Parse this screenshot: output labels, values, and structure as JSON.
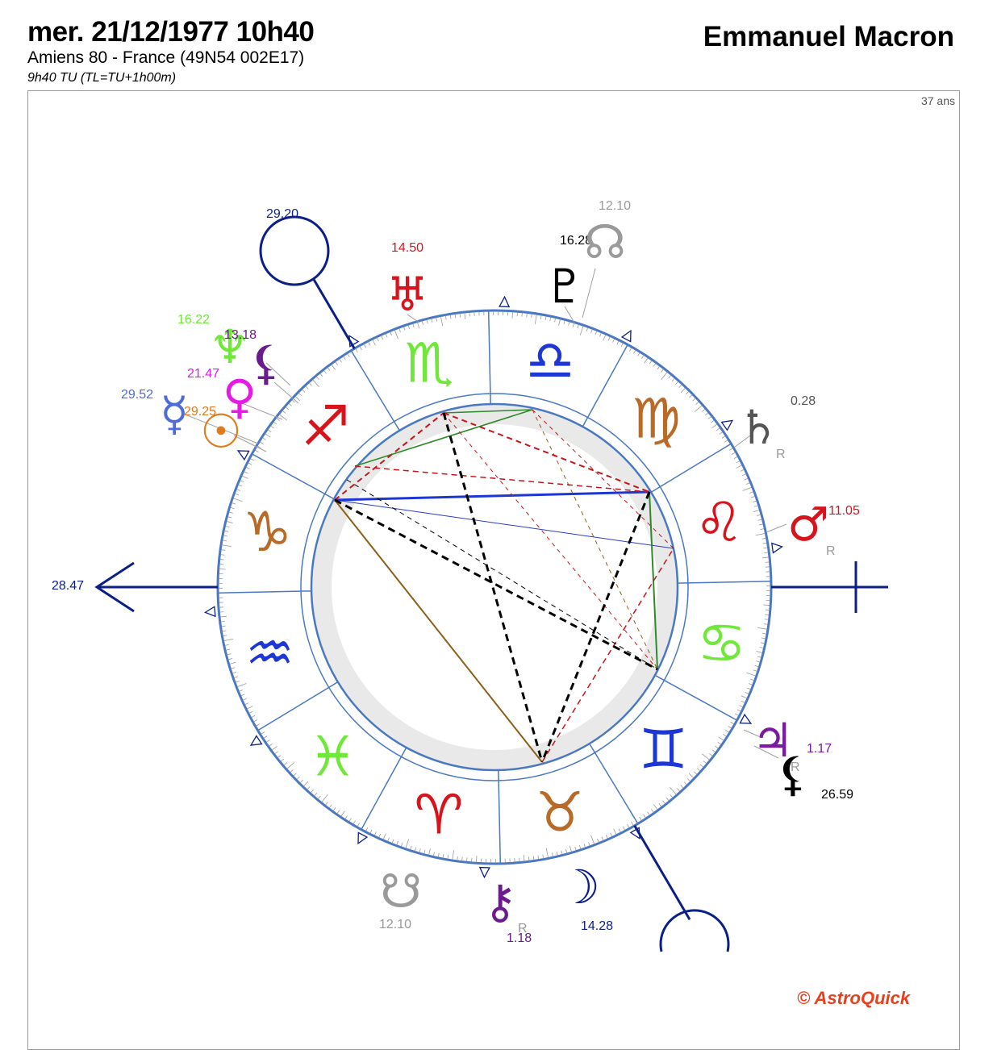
{
  "header": {
    "date": "mer. 21/12/1977 10h40",
    "place": "Amiens 80 - France (49N54 002E17)",
    "tu": "9h40 TU (TL=TU+1h00m)",
    "name": "Emmanuel Macron",
    "age": "37 ans"
  },
  "brand": "© AstroQuick",
  "signs": [
    {
      "name": "Capricorn",
      "glyph": "♑",
      "color": "#b86a26"
    },
    {
      "name": "Aquarius",
      "glyph": "♒",
      "color": "#1d36d6"
    },
    {
      "name": "Pisces",
      "glyph": "♓",
      "color": "#6fe83a"
    },
    {
      "name": "Aries",
      "glyph": "♈",
      "color": "#d7141b"
    },
    {
      "name": "Taurus",
      "glyph": "♉",
      "color": "#b86a26"
    },
    {
      "name": "Gemini",
      "glyph": "♊",
      "color": "#1d36d6"
    },
    {
      "name": "Cancer",
      "glyph": "♋",
      "color": "#6fe83a"
    },
    {
      "name": "Leo",
      "glyph": "♌",
      "color": "#d7141b"
    },
    {
      "name": "Virgo",
      "glyph": "♍",
      "color": "#b86a26"
    },
    {
      "name": "Libra",
      "glyph": "♎",
      "color": "#1d36d6"
    },
    {
      "name": "Scorpio",
      "glyph": "♏",
      "color": "#6fe83a"
    },
    {
      "name": "Sagittarius",
      "glyph": "♐",
      "color": "#d7141b"
    }
  ],
  "angles": {
    "asc": {
      "label": "28.47",
      "color": "#0b1f86"
    },
    "mc": {
      "label": "29.20",
      "color": "#0b1f86"
    }
  },
  "planets": [
    {
      "name": "Uranus",
      "glyph": "♅",
      "label": "14.50",
      "color": "#d7141b",
      "retro": false
    },
    {
      "name": "Pluto",
      "glyph": "♇",
      "label": "16.28",
      "color": "#000000",
      "retro": false
    },
    {
      "name": "North Node",
      "glyph": "☊",
      "label": "12.10",
      "color": "#9a9a9a",
      "retro": false
    },
    {
      "name": "Neptune",
      "glyph": "♆",
      "label": "16.22",
      "color": "#6fe83a",
      "retro": false
    },
    {
      "name": "Lilith",
      "glyph": "⚸",
      "label": "13.18",
      "color": "#6a1b8c",
      "retro": false
    },
    {
      "name": "Venus",
      "glyph": "♀",
      "label": "21.47",
      "color": "#e619e6",
      "retro": false
    },
    {
      "name": "Mercury",
      "glyph": "☿",
      "label": "29.52",
      "color": "#4f6bd8",
      "retro": false
    },
    {
      "name": "Sun",
      "glyph": "☉",
      "label": "29.25",
      "color": "#e07a1c",
      "retro": false
    },
    {
      "name": "Saturn",
      "glyph": "♄",
      "label": "0.28",
      "color": "#555555",
      "retro": true
    },
    {
      "name": "Mars",
      "glyph": "♂",
      "label": "11.05",
      "color": "#d7141b",
      "retro": true
    },
    {
      "name": "Jupiter",
      "glyph": "♃",
      "label": "1.17",
      "color": "#7a1aa0",
      "retro": true
    },
    {
      "name": "Black Moon",
      "glyph": "⚸",
      "label": "26.59",
      "color": "#000000",
      "retro": false
    },
    {
      "name": "Moon",
      "glyph": "☽",
      "label": "14.28",
      "color": "#0b1f86",
      "retro": false
    },
    {
      "name": "Chiron",
      "glyph": "⚷",
      "label": "1.18",
      "color": "#6a1b8c",
      "retro": true
    },
    {
      "name": "South Node",
      "glyph": "☋",
      "label": "12.10",
      "color": "#9a9a9a",
      "retro": false
    }
  ],
  "retro_mark": "R",
  "colors": {
    "wheel": "#4a78c2",
    "tick": "#999999"
  }
}
